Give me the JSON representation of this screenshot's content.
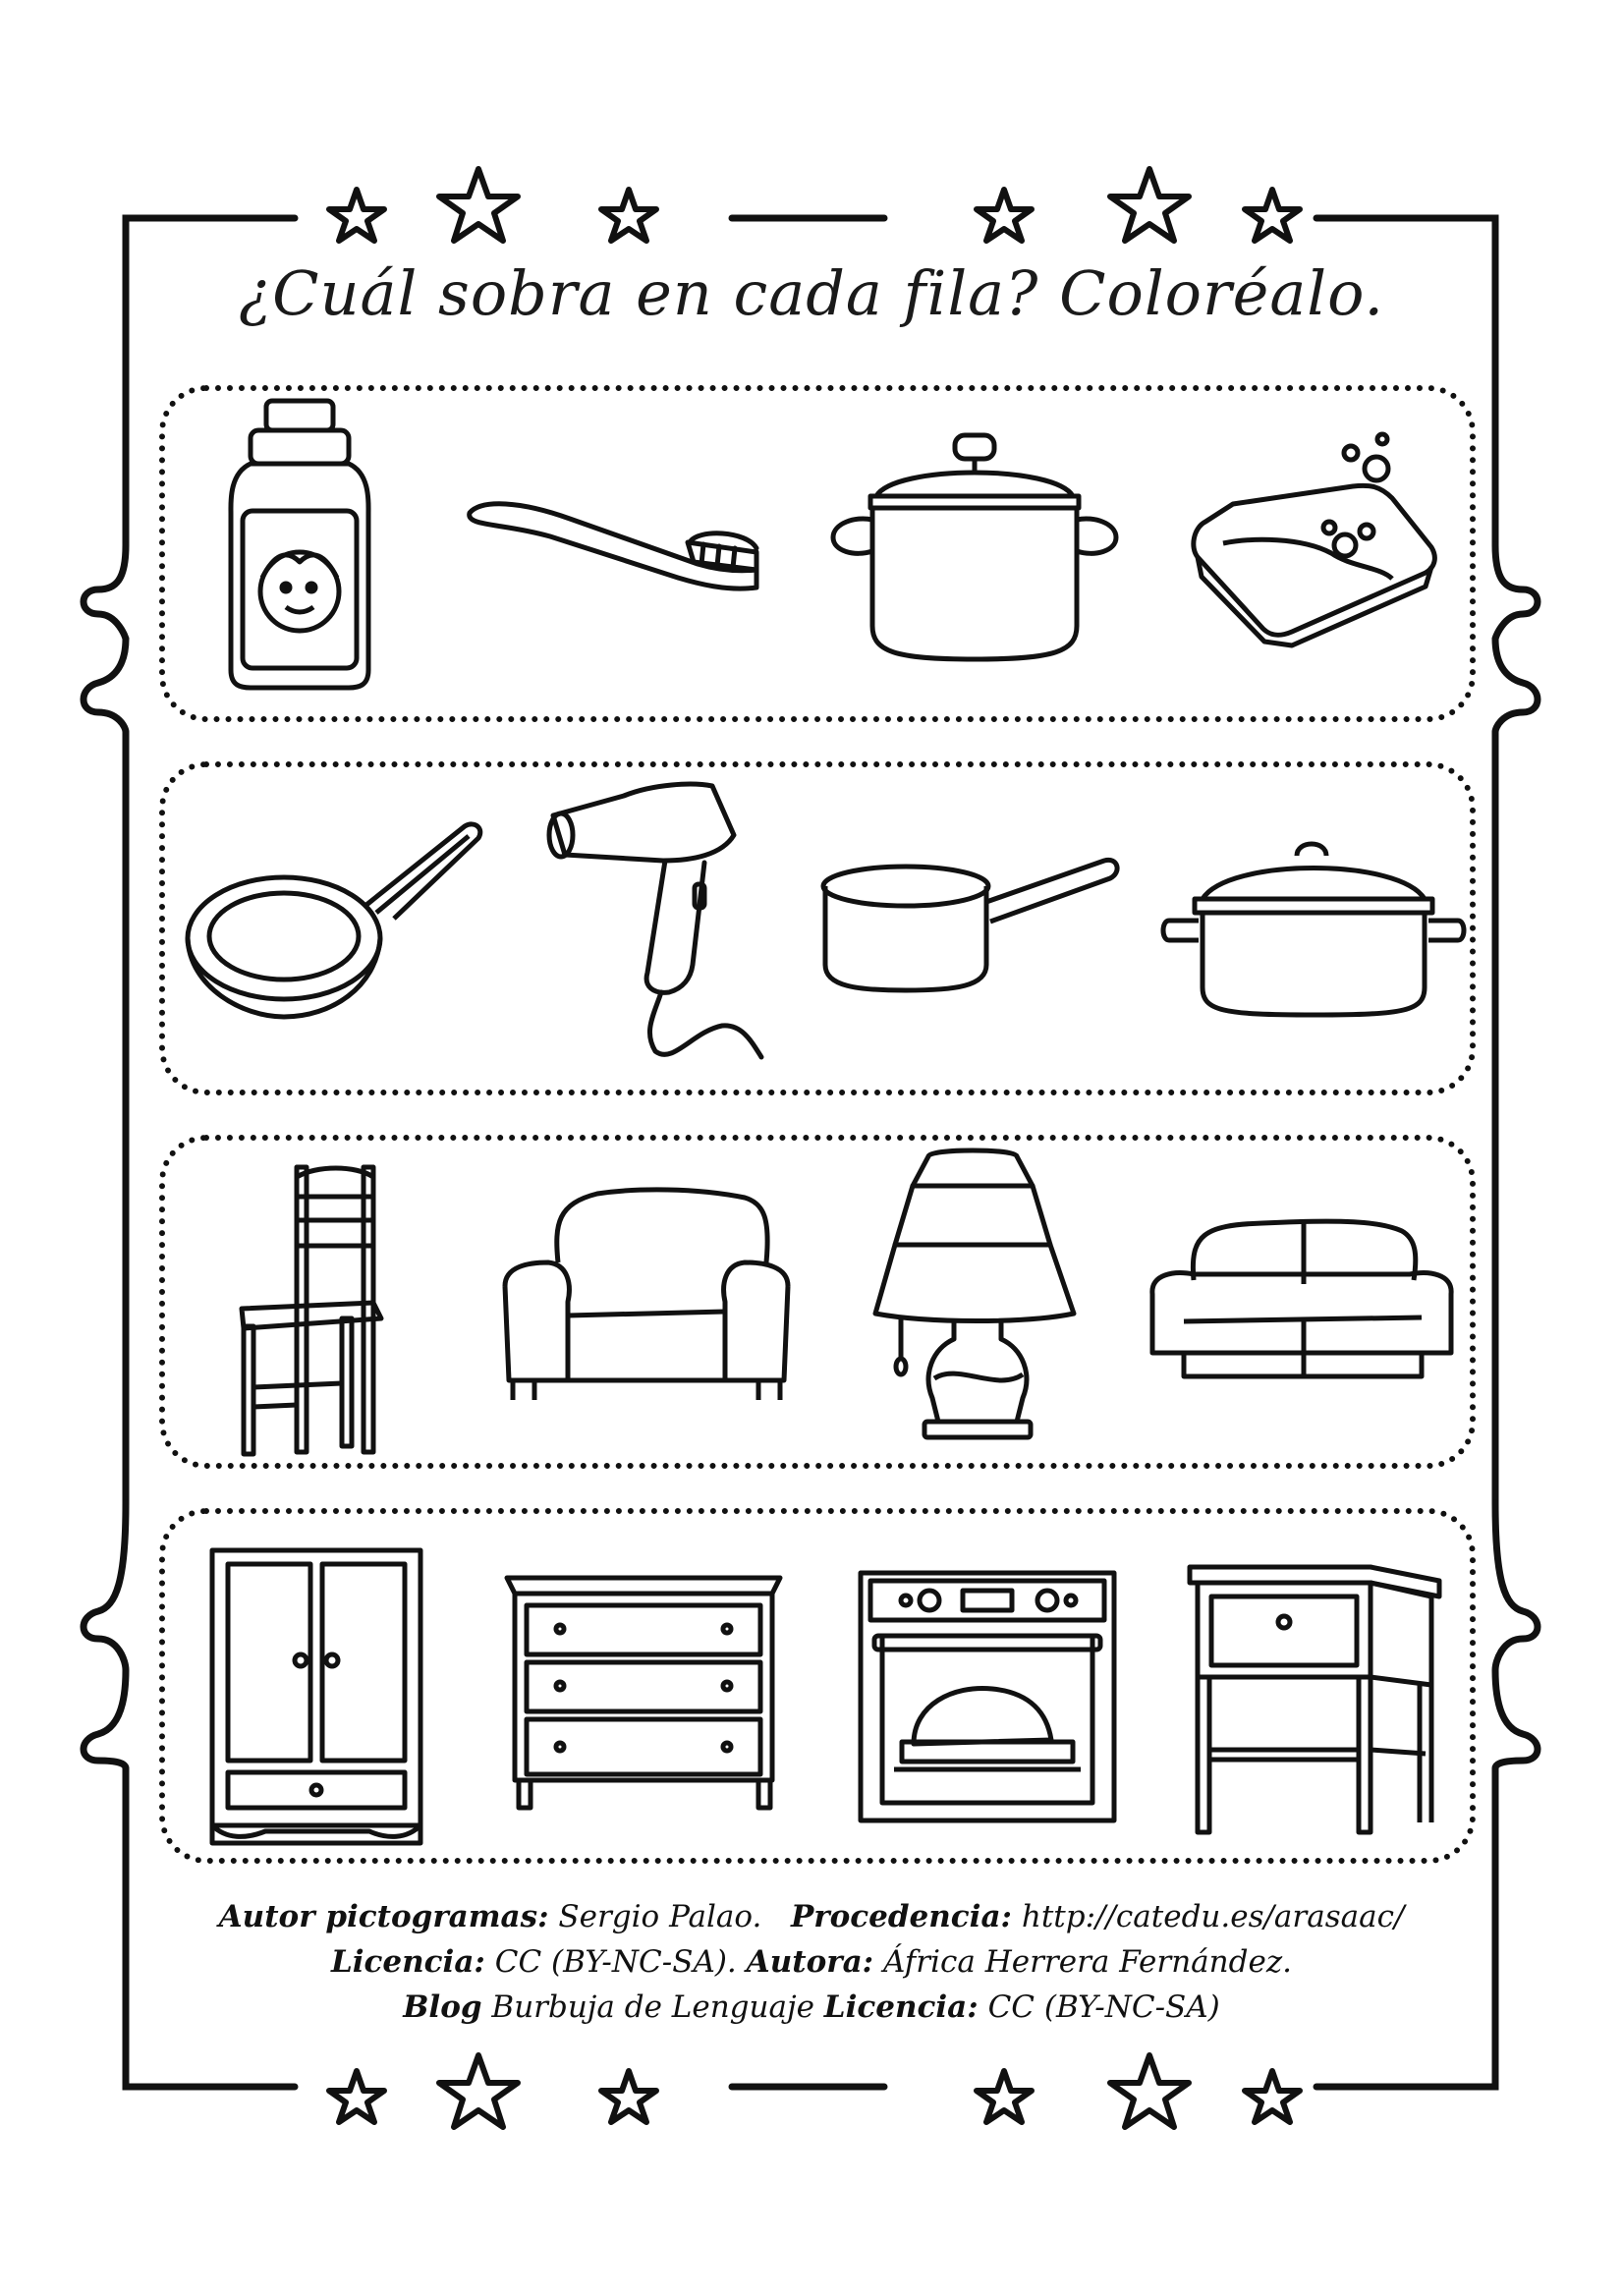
{
  "title": "¿Cuál sobra en cada fila? Coloréalo.",
  "rows": [
    {
      "items": [
        "shampoo-bottle",
        "toothbrush",
        "cooking-pot",
        "soap-bar"
      ]
    },
    {
      "items": [
        "frying-pan",
        "hair-dryer",
        "saucepan",
        "stock-pot"
      ]
    },
    {
      "items": [
        "chair",
        "armchair",
        "table-lamp",
        "sofa"
      ]
    },
    {
      "items": [
        "wardrobe",
        "chest-of-drawers",
        "oven",
        "nightstand"
      ]
    }
  ],
  "credits": {
    "line1_label_a": "Autor pictogramas:",
    "line1_value_a": "Sergio Palao.",
    "line1_label_b": "Procedencia:",
    "line1_value_b": "http://catedu.es/arasaac/",
    "line2_label_a": "Licencia:",
    "line2_value_a": "CC (BY-NC-SA).",
    "line2_label_b": "Autora:",
    "line2_value_b": "África Herrera Fernández.",
    "line3_label_a": "Blog",
    "line3_value_a": "Burbuja de Lenguaje",
    "line3_label_b": "Licencia:",
    "line3_value_b": "CC (BY-NC-SA)"
  },
  "colors": {
    "ink": "#111111",
    "paper": "#ffffff"
  }
}
